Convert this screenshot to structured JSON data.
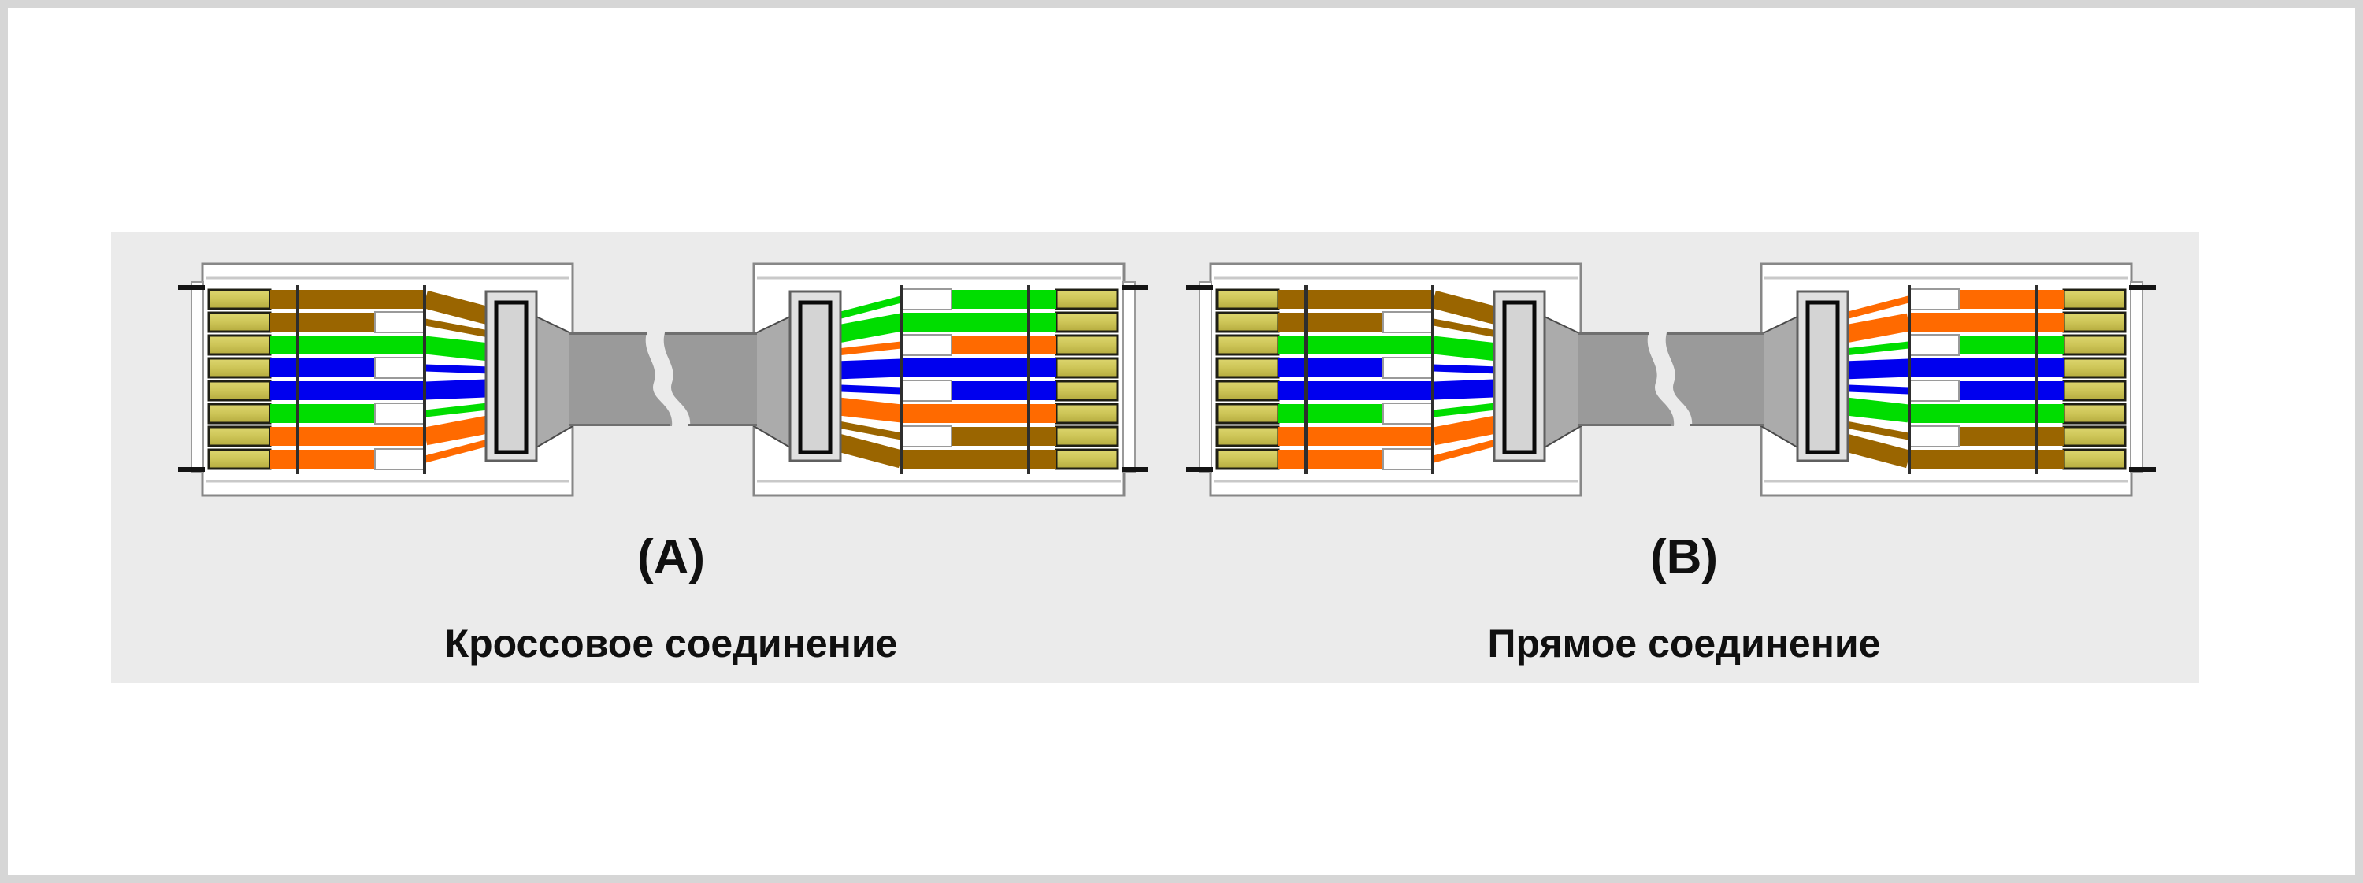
{
  "page": {
    "background": "#ffffff",
    "frame_border": "#d6d6d6",
    "panel_background": "#ebebeb"
  },
  "colors": {
    "brown": "#9a6500",
    "green": "#00dd00",
    "blue": "#0000ee",
    "orange": "#ff6a00",
    "white_wire": "#ffffff",
    "white_wire_outline": "#9a9a9a",
    "pad_fill": "#cfc75a",
    "pad_fill_light": "#ddd66e",
    "pad_fill_dark": "#b5ac3e",
    "pad_border": "#1f1f14",
    "body_fill": "#ffffff",
    "body_border": "#878787",
    "body_inner_line": "#c9c9c9",
    "front_strip_border": "#9a9a9a",
    "tick": "#141414",
    "crimp_line": "#2e2e2e",
    "latch_outer_fill": "#e0e0e0",
    "latch_outer_border": "#5f5f5f",
    "latch_inner_fill": "#d4d4d4",
    "latch_inner_border": "#0a0a0a",
    "boot_fill": "#ababab",
    "boot_border": "#4a4a4a",
    "cable_fill": "#9a9a9a",
    "cable_edge": "#6f6f6f",
    "label_text": "#101010"
  },
  "diagrams": [
    {
      "id": "A",
      "label": "(A)",
      "caption": "Кроссовое соединение",
      "type": "crossover",
      "left_connector": {
        "wires_top_to_bottom": [
          "brown",
          "white-brown",
          "green",
          "white-blue",
          "blue",
          "white-green",
          "orange",
          "white-orange"
        ]
      },
      "right_connector": {
        "wires_top_to_bottom": [
          "white-green",
          "green",
          "white-orange",
          "blue",
          "white-blue",
          "orange",
          "white-brown",
          "brown"
        ]
      }
    },
    {
      "id": "B",
      "label": "(B)",
      "caption": "Прямое соединение",
      "type": "straight-through",
      "left_connector": {
        "wires_top_to_bottom": [
          "brown",
          "white-brown",
          "green",
          "white-blue",
          "blue",
          "white-green",
          "orange",
          "white-orange"
        ]
      },
      "right_connector": {
        "wires_top_to_bottom": [
          "white-orange",
          "orange",
          "white-green",
          "blue",
          "white-blue",
          "green",
          "white-brown",
          "brown"
        ]
      }
    }
  ]
}
